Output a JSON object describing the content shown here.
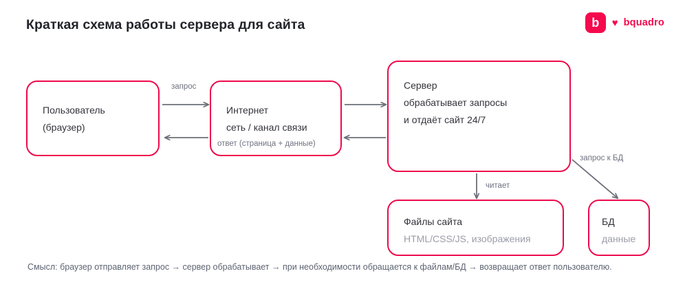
{
  "page": {
    "title": "Краткая схема работы сервера для сайта",
    "footer_note": "Смысл: браузер отправляет запрос → сервер обрабатывает → при необходимости обращается к файлам/БД → возвращает ответ пользователю."
  },
  "brand": {
    "mark_letter": "b",
    "heart_icon": "♥",
    "name": "bquadro",
    "color": "#F50A4D"
  },
  "theme": {
    "box_border": "#ED0A4C",
    "text": "#33343c",
    "muted_text": "#9b9da8",
    "arrow": "#6c6f78",
    "label_text": "#6f7280",
    "background": "#ffffff"
  },
  "nodes": [
    {
      "id": "user",
      "lines": [
        {
          "text": "Пользователь",
          "muted": false
        },
        {
          "text": "(браузер)",
          "muted": false
        }
      ]
    },
    {
      "id": "internet",
      "lines": [
        {
          "text": "Интернет",
          "muted": false
        },
        {
          "text": "сеть / канал связи",
          "muted": false
        }
      ]
    },
    {
      "id": "server",
      "lines": [
        {
          "text": "Сервер",
          "muted": false
        },
        {
          "text": "обрабатывает запросы",
          "muted": false
        },
        {
          "text": "и отдаёт сайт 24/7",
          "muted": false
        }
      ]
    },
    {
      "id": "files",
      "lines": [
        {
          "text": "Файлы сайта",
          "muted": false
        },
        {
          "text": "HTML/CSS/JS, изображения",
          "muted": true
        }
      ]
    },
    {
      "id": "db",
      "lines": [
        {
          "text": "БД",
          "muted": false
        },
        {
          "text": "данные",
          "muted": true
        }
      ]
    }
  ],
  "edges": {
    "request": "запрос",
    "response": "ответ (страница + данные)",
    "reads": "читает",
    "db_query": "запрос к БД"
  }
}
